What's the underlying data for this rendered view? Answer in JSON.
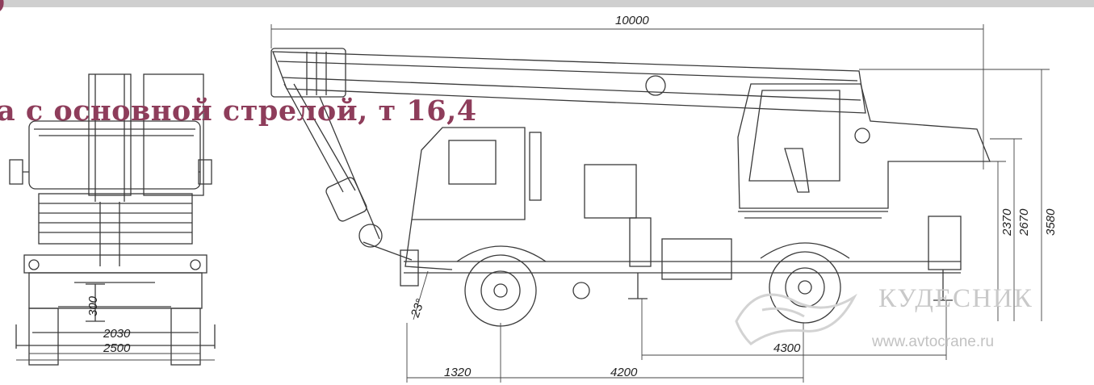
{
  "corner_glyph": ")",
  "title": "а с основной стрелой, т 16,4",
  "dimensions": {
    "overall_length": "10000",
    "height_2370": "2370",
    "height_2670": "2670",
    "height_3580": "3580",
    "front_overhang": "1320",
    "wheelbase": "4200",
    "outrigger_spread": "4300",
    "front_track": "2030",
    "front_width": "2500",
    "ground_clearance": "300",
    "approach_angle": "23°"
  },
  "watermark": {
    "name": "КУДЕСНИК",
    "url": "www.avtocrane.ru"
  },
  "colors": {
    "title": "#8e3d5b",
    "lines": "#3a3a3a",
    "watermark": "#c9c9c9"
  }
}
